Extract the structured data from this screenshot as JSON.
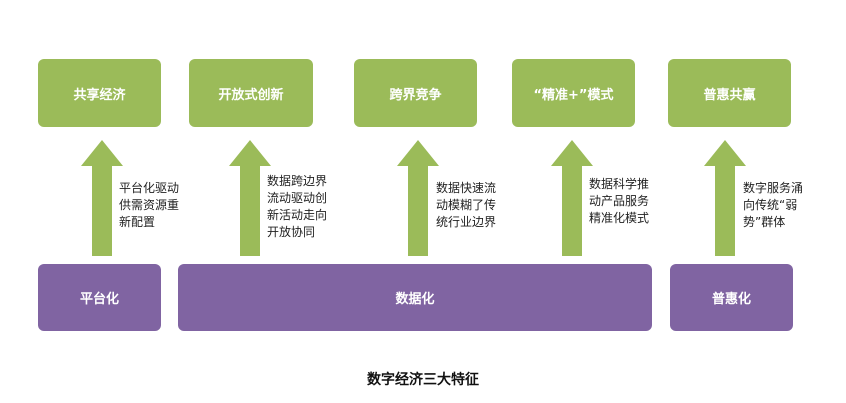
{
  "top_boxes": [
    {
      "label": "共享经济"
    },
    {
      "label": "开放式创新"
    },
    {
      "label": "跨界竞争"
    },
    {
      "label": "“精准+”模式"
    },
    {
      "label": "普惠共赢"
    }
  ],
  "bottom_boxes": [
    {
      "label": "平台化"
    },
    {
      "label": "数据化"
    },
    {
      "label": "普惠化"
    }
  ],
  "annotations": [
    {
      "lines": [
        "平台化驱动",
        "供需资源重",
        "新配置"
      ]
    },
    {
      "lines": [
        "数据跨边界",
        "流动驱动创",
        "新活动走向",
        "开放协同"
      ]
    },
    {
      "lines": [
        "数据快速流",
        "动模糊了传",
        "统行业边界"
      ]
    },
    {
      "lines": [
        "数据科学推",
        "动产品服务",
        "精准化模式"
      ]
    },
    {
      "lines": [
        "数字服务涌",
        "向传统“弱",
        "势”群体"
      ]
    }
  ],
  "caption": "数字经济三大特征",
  "colors": {
    "top_box": "#9bbb59",
    "bottom_box": "#8064a2",
    "arrow": "#9bbb59"
  }
}
